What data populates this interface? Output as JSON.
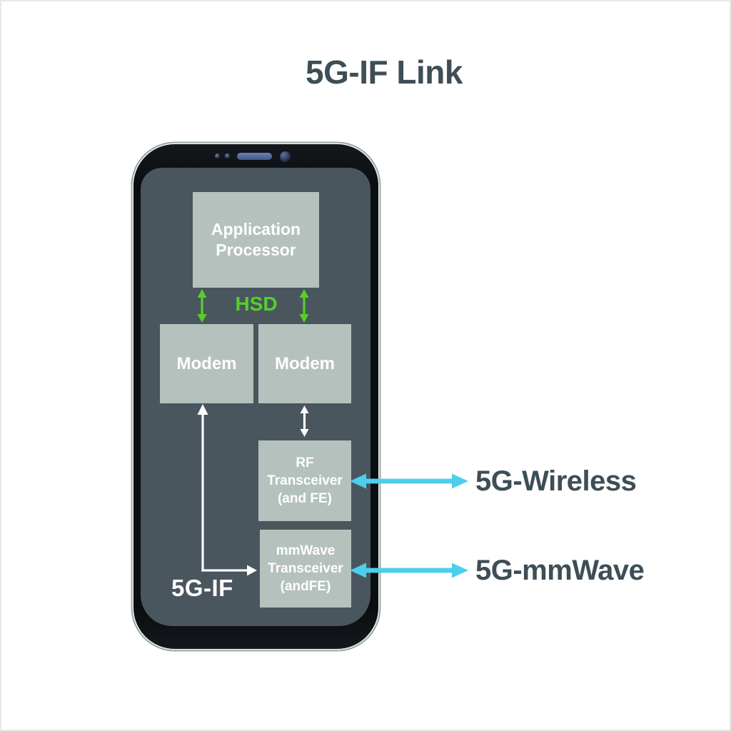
{
  "title": "5G-IF Link",
  "phone": {
    "blocks": {
      "app_processor": "Application\nProcessor",
      "modem_left": "Modem",
      "modem_right": "Modem",
      "rf_transceiver": "RF\nTransceiver\n(and FE)",
      "mmwave_transceiver": "mmWave\nTransceiver\n(andFE)"
    },
    "labels": {
      "hsd": "HSD",
      "if_link": "5G-IF"
    }
  },
  "external_labels": {
    "wireless": "5G-Wireless",
    "mmwave": "5G-mmWave"
  },
  "colors": {
    "ink": "#3e4e57",
    "screen": "#4a565e",
    "block": "#b5c1bc",
    "green": "#55d02a",
    "cyan": "#4dcfec"
  }
}
